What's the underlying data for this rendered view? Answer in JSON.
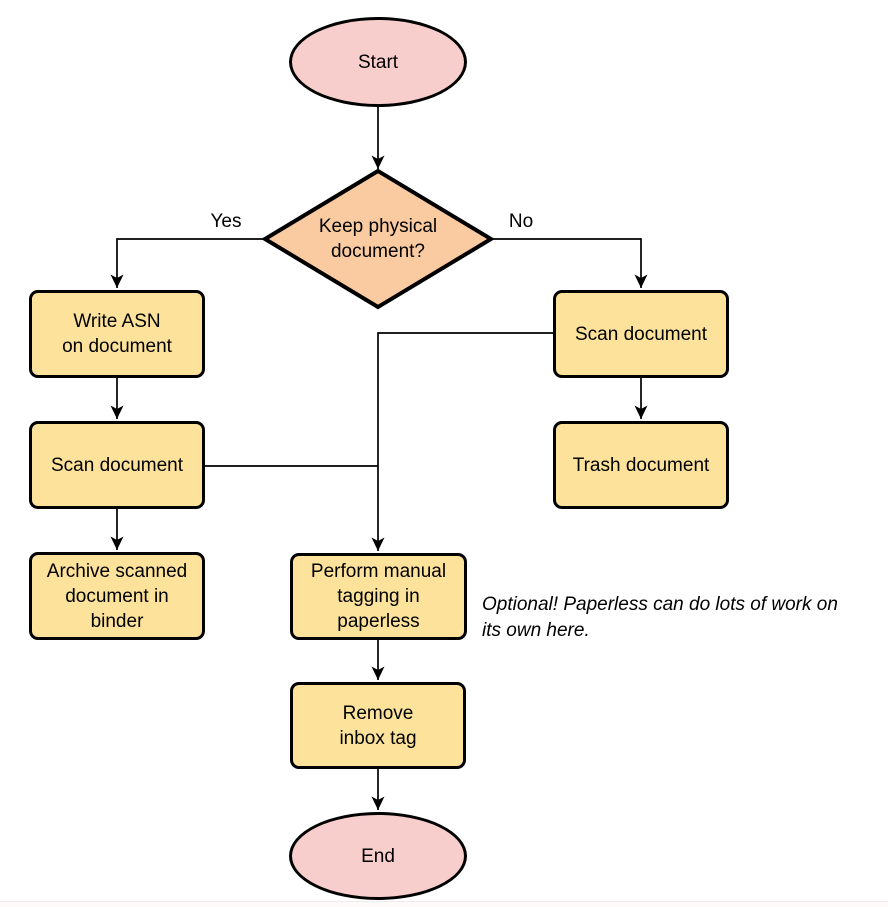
{
  "diagram": {
    "nodes": {
      "start": {
        "type": "terminal",
        "label": "Start"
      },
      "keep_physical": {
        "type": "decision",
        "label": "Keep physical\ndocument?"
      },
      "write_asn": {
        "type": "process",
        "label": "Write ASN\non document"
      },
      "scan_left": {
        "type": "process",
        "label": "Scan document"
      },
      "archive": {
        "type": "process",
        "label": "Archive scanned\ndocument in\nbinder"
      },
      "scan_right": {
        "type": "process",
        "label": "Scan document"
      },
      "trash": {
        "type": "process",
        "label": "Trash document"
      },
      "tagging": {
        "type": "process",
        "label": "Perform manual\ntagging in\npaperless"
      },
      "remove_inbox": {
        "type": "process",
        "label": "Remove\ninbox tag"
      },
      "end": {
        "type": "terminal",
        "label": "End"
      }
    },
    "edge_labels": {
      "yes": "Yes",
      "no": "No"
    },
    "annotation": "Optional! Paperless can do lots of work on\nits own here.",
    "colors": {
      "terminal_fill": "#F8CECC",
      "decision_fill": "#FACBA1",
      "process_fill": "#FCE29B",
      "stroke": "#000000"
    }
  }
}
